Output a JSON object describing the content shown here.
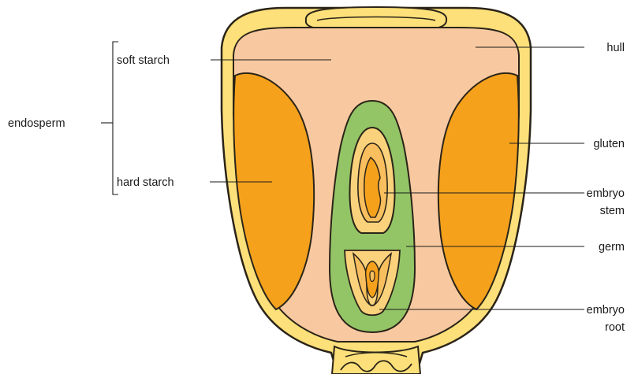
{
  "labels": {
    "soft_starch": "soft starch",
    "hard_starch": "hard starch",
    "endosperm": "endosperm",
    "hull": "hull",
    "gluten": "gluten",
    "embryo_stem_line1": "embryo",
    "embryo_stem_line2": "stem",
    "germ": "germ",
    "embryo_root_line1": "embryo",
    "embryo_root_line2": "root"
  },
  "colors": {
    "hull_fill": "#fde07a",
    "hull_stroke": "#2b2418",
    "endosperm_soft": "#f8c9a0",
    "hard_starch": "#f5a11c",
    "germ": "#93c567",
    "embryo_outer": "#fbd27c",
    "embryo_mid": "#f9bf5e",
    "embryo_inner": "#f5a11c",
    "leader_line": "#1a1a1a",
    "text": "#1a1a1a"
  }
}
